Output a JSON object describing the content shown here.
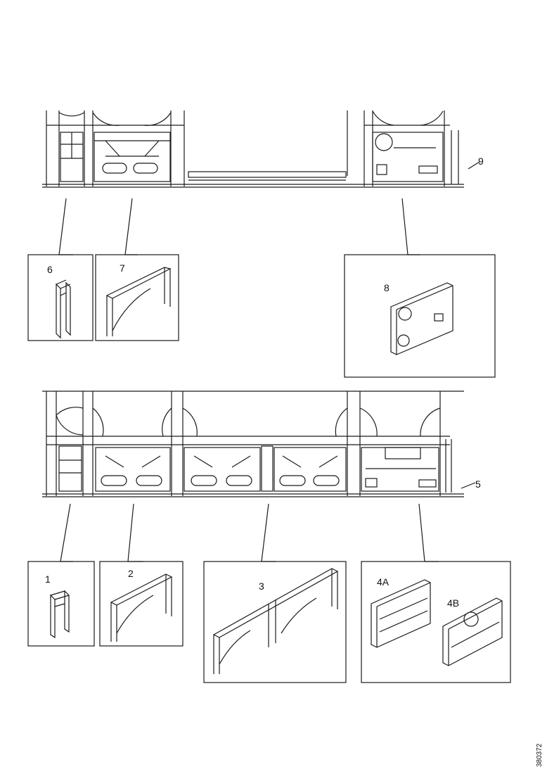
{
  "labels": {
    "p6": "6",
    "p7": "7",
    "p8": "8",
    "c9": "9",
    "p1": "1",
    "p2": "2",
    "p3": "3",
    "p4a": "4A",
    "p4b": "4B",
    "c5": "5"
  },
  "drawing_code": "380372",
  "colors": {
    "line": "#1a1a1a",
    "paper": "#ffffff"
  }
}
